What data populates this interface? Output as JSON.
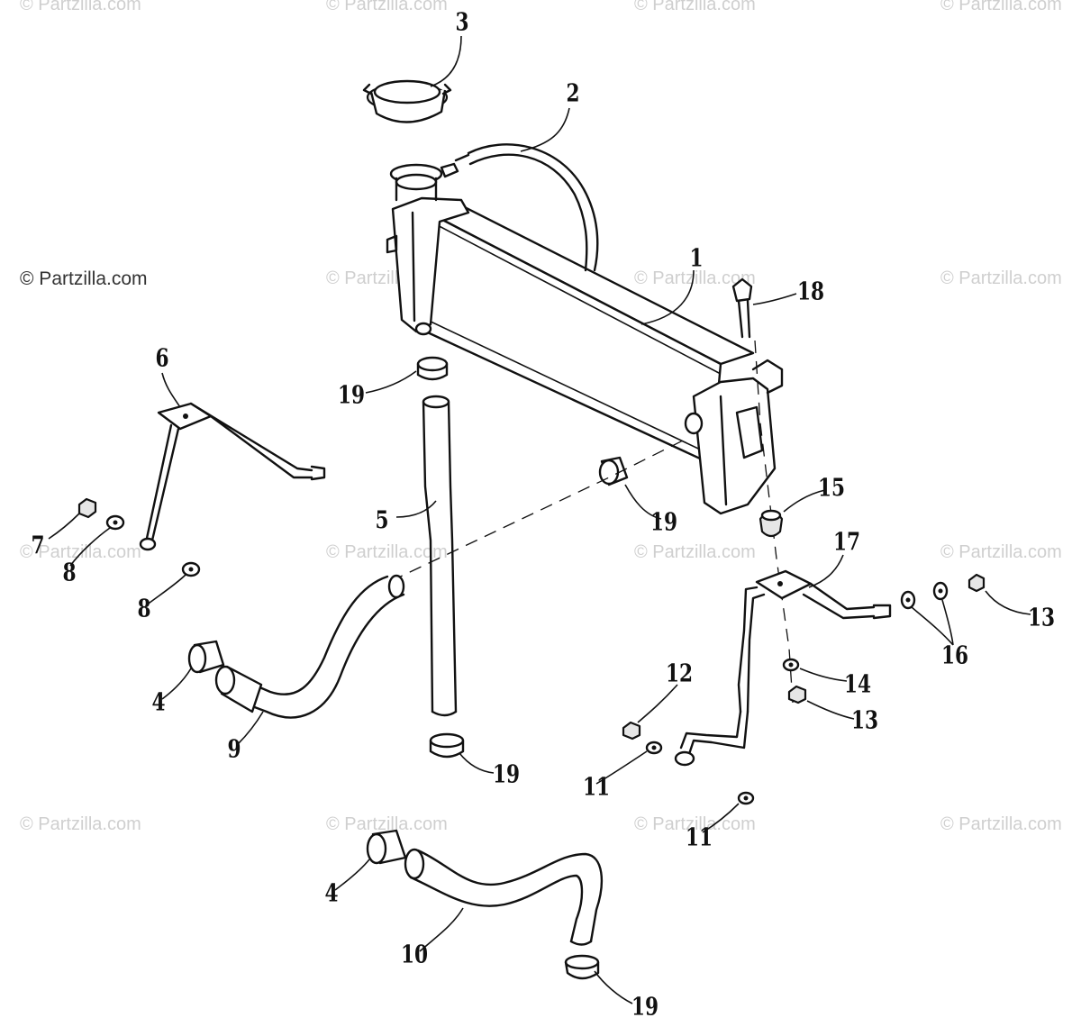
{
  "watermark": {
    "text": "© Partzilla.com",
    "color": "#cfcfcf",
    "prominent_text": "© Partzilla.com"
  },
  "callouts": [
    {
      "id": "c3",
      "text": "3"
    },
    {
      "id": "c2",
      "text": "2"
    },
    {
      "id": "c1",
      "text": "1"
    },
    {
      "id": "c18",
      "text": "18"
    },
    {
      "id": "c6",
      "text": "6"
    },
    {
      "id": "c19a",
      "text": "19"
    },
    {
      "id": "c15",
      "text": "15"
    },
    {
      "id": "c17",
      "text": "17"
    },
    {
      "id": "c5",
      "text": "5"
    },
    {
      "id": "c19b",
      "text": "19"
    },
    {
      "id": "c7",
      "text": "7"
    },
    {
      "id": "c8a",
      "text": "8"
    },
    {
      "id": "c8b",
      "text": "8"
    },
    {
      "id": "c13a",
      "text": "13"
    },
    {
      "id": "c16",
      "text": "16"
    },
    {
      "id": "c12",
      "text": "12"
    },
    {
      "id": "c14",
      "text": "14"
    },
    {
      "id": "c13b",
      "text": "13"
    },
    {
      "id": "c4a",
      "text": "4"
    },
    {
      "id": "c9",
      "text": "9"
    },
    {
      "id": "c19c",
      "text": "19"
    },
    {
      "id": "c11a",
      "text": "11"
    },
    {
      "id": "c11b",
      "text": "11"
    },
    {
      "id": "c4b",
      "text": "4"
    },
    {
      "id": "c10",
      "text": "10"
    },
    {
      "id": "c19d",
      "text": "19"
    }
  ]
}
